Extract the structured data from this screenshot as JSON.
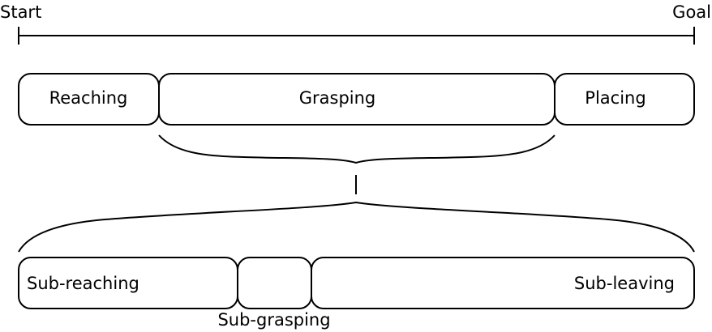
{
  "timeline": {
    "start_label": "Start",
    "goal_label": "Goal"
  },
  "phases": {
    "reaching": "Reaching",
    "grasping": "Grasping",
    "placing": "Placing"
  },
  "sub_phases": {
    "sub_reaching": "Sub-reaching",
    "sub_grasping": "Sub-grasping",
    "sub_leaving": "Sub-leaving"
  }
}
